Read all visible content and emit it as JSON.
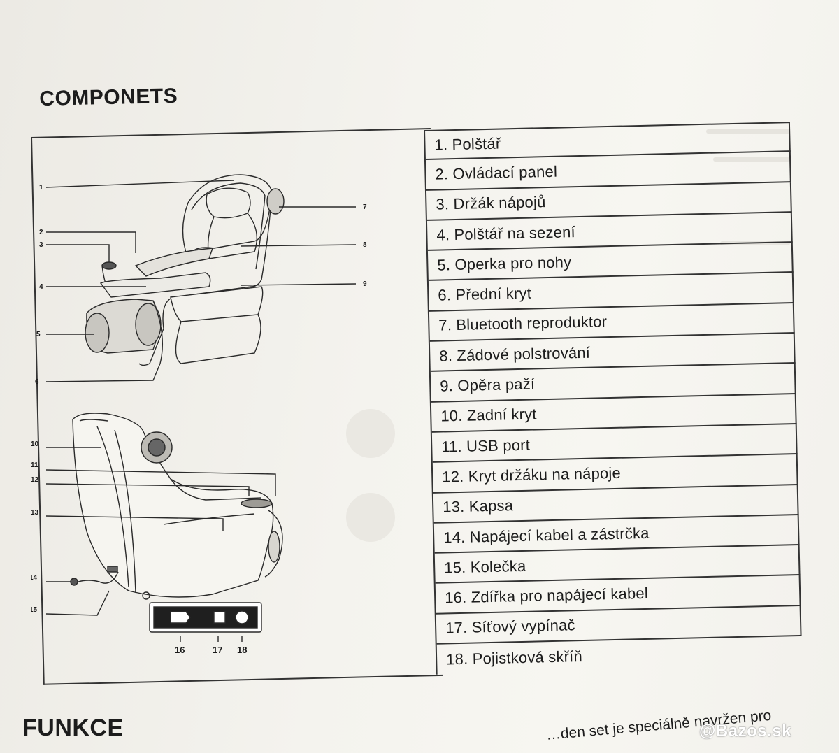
{
  "heading": "COMPONETS",
  "parts": [
    {
      "label": "1. Polštář"
    },
    {
      "label": "2. Ovládací panel"
    },
    {
      "label": "3. Držák nápojů"
    },
    {
      "label": "4. Polštář na sezení"
    },
    {
      "label": "5. Operka pro nohy"
    },
    {
      "label": "6. Přední kryt"
    },
    {
      "label": "7. Bluetooth reproduktor"
    },
    {
      "label": "8. Zádové polstrování"
    },
    {
      "label": "9. Opěra paží"
    },
    {
      "label": "10. Zadní kryt"
    },
    {
      "label": "11. USB port"
    },
    {
      "label": "12. Kryt držáku na nápoje"
    },
    {
      "label": "13. Kapsa"
    },
    {
      "label": "14. Napájecí kabel a zástrčka"
    },
    {
      "label": "15. Kolečka"
    },
    {
      "label": "16. Zdířka pro napájecí kabel"
    },
    {
      "label": "17. Síťový vypínač"
    },
    {
      "label": "18. Pojistková skříň"
    }
  ],
  "diagram_callouts": {
    "n1": "1",
    "n2": "2",
    "n3": "3",
    "n4": "4",
    "n5": "5",
    "n6": "6",
    "n7": "7",
    "n8": "8",
    "n9": "9",
    "n10": "10",
    "n11": "11",
    "n12": "12",
    "n13": "13",
    "n14": "14",
    "n15": "15",
    "n16": "16",
    "n17": "17",
    "n18": "18"
  },
  "section_heading": "FUNKCE",
  "body_text_fragment": "…den set je speciálně navržen pro",
  "watermark": "@Bazos.sk"
}
